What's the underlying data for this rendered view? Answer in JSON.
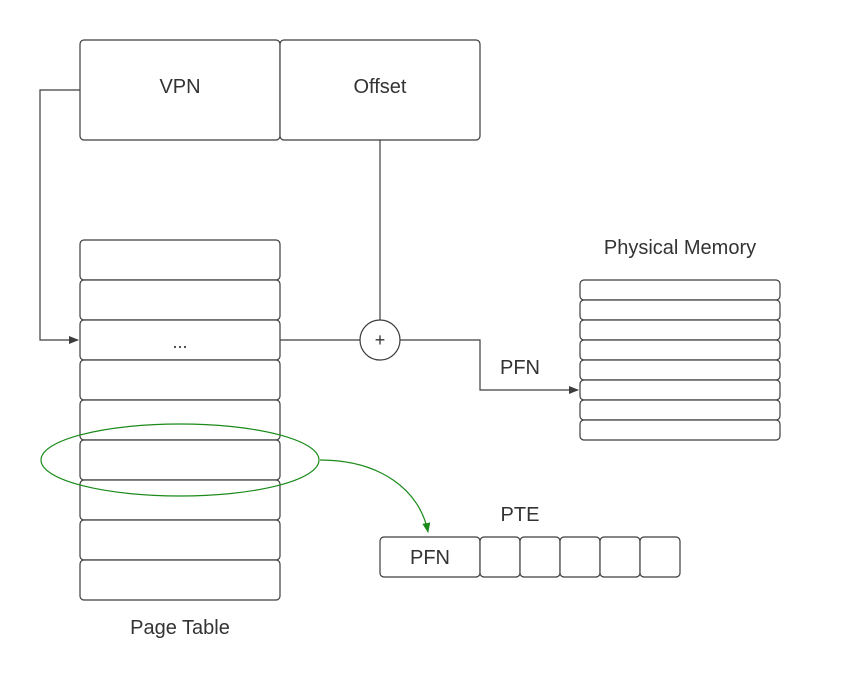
{
  "virtual_address": {
    "vpn_label": "VPN",
    "offset_label": "Offset"
  },
  "page_table": {
    "label": "Page Table",
    "ellipsis": "..."
  },
  "adder": {
    "symbol": "+"
  },
  "physical_memory": {
    "label": "Physical Memory"
  },
  "pfn_arrow_label": "PFN",
  "pte": {
    "label": "PTE",
    "first_field_label": "PFN"
  },
  "colors": {
    "highlight": "#1a8a1a",
    "stroke": "#3d3d3d",
    "text": "#333333"
  }
}
